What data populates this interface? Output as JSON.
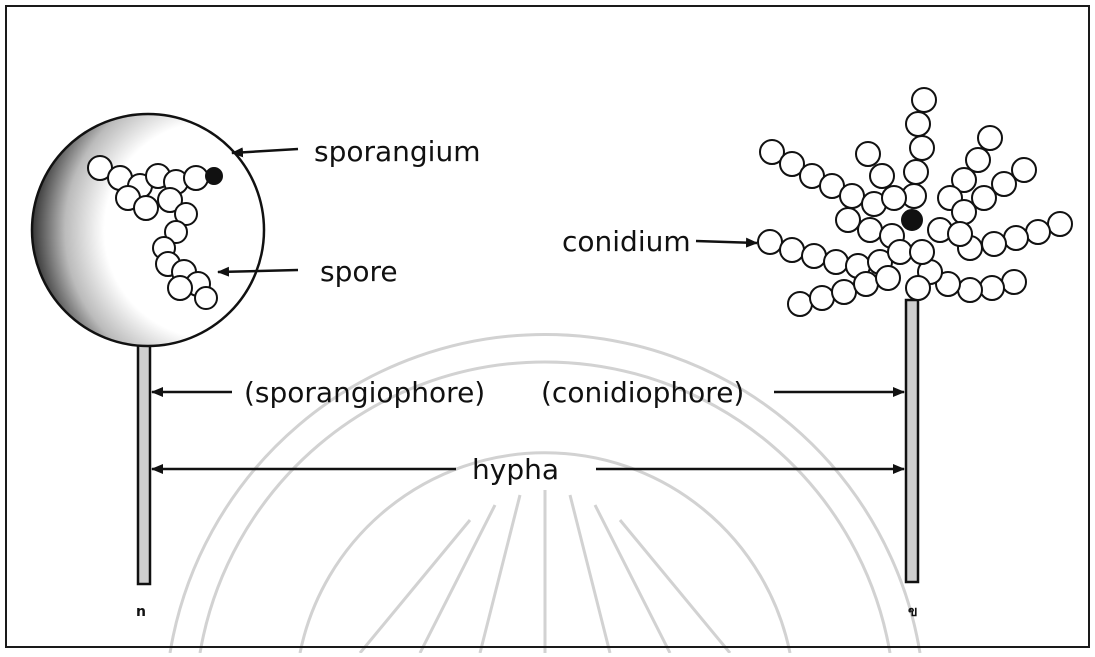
{
  "labels": {
    "sporangium": "sporangium",
    "spore": "spore",
    "conidium": "conidium",
    "sporangiophore": "(sporangiophore)",
    "conidiophore": "(conidiophore)",
    "hypha": "hypha",
    "left_base_mark": "n",
    "right_base_mark": "ข"
  },
  "colors": {
    "ink": "#111111",
    "border": "#1a1a1a",
    "watermark": "#d2d2d2"
  }
}
